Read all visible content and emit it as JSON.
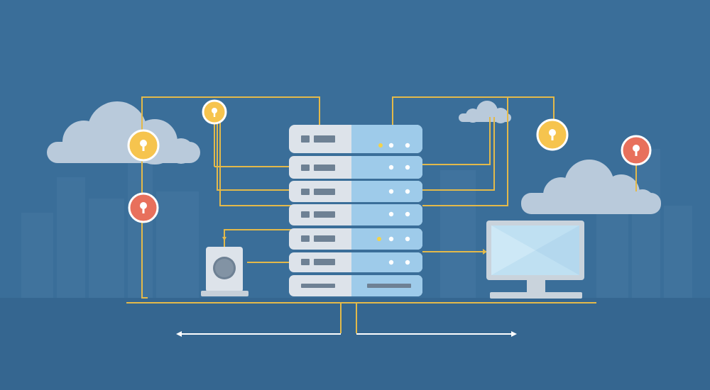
{
  "colors": {
    "background": "#3a6e99",
    "background_lower": "#356690",
    "skyline": "#4678a2",
    "cloud": "#b9cadb",
    "connector": "#e3b94a",
    "server_body": "#dde3ea",
    "server_accent": "#9ecbea",
    "server_dark": "#6e8194",
    "led_white": "#ffffff",
    "led_yellow": "#f3d34a",
    "pin_yellow": "#f6c44e",
    "pin_red": "#e8705c",
    "monitor_frame": "#c9d3dc",
    "monitor_screen": "#bfe0f2",
    "arrow": "#ffffff"
  },
  "icons": {
    "server_rack": "server-rack-icon",
    "storage_device": "hard-drive-icon",
    "monitor": "monitor-icon",
    "cloud": "cloud-icon",
    "node_pin": "location-pin-icon",
    "arrow": "double-arrow-icon"
  },
  "diagram": {
    "server_units": 7,
    "node_pins": [
      "yellow",
      "yellow",
      "red",
      "yellow",
      "red"
    ],
    "clouds": 3,
    "endpoints": [
      "storage-device",
      "monitor"
    ],
    "flow_direction": "bidirectional"
  }
}
